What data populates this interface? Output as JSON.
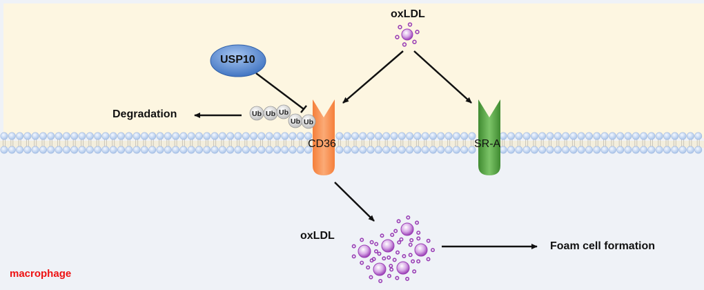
{
  "title": "USP10-mediated CD36 deubiquitination and foam cell formation",
  "compartments": {
    "extracellular": {
      "color": "#fdf6e1"
    },
    "intracellular": {
      "color": "#eff2f7",
      "label": "macrophage",
      "label_color": "#ee1111"
    }
  },
  "nodes": {
    "oxldl_top": {
      "label": "oxLDL"
    },
    "usp10": {
      "label": "USP10",
      "color": "#4a7fc9"
    },
    "degradation": {
      "label": "Degradation"
    },
    "ubiquitin": {
      "label": "Ub",
      "count": 5
    },
    "cd36": {
      "label": "CD36",
      "color": "#f7914f"
    },
    "sra": {
      "label": "SR-A",
      "color": "#4e9e3e"
    },
    "oxldl_bottom": {
      "label": "oxLDL"
    },
    "foam_cell": {
      "label": "Foam cell formation"
    }
  },
  "edges": [
    {
      "from": "oxLDL",
      "to": "CD36",
      "type": "activation"
    },
    {
      "from": "oxLDL",
      "to": "SR-A",
      "type": "activation"
    },
    {
      "from": "USP10",
      "to": "Ubiquitin chain",
      "type": "inhibition"
    },
    {
      "from": "Ubiquitin chain",
      "to": "Degradation",
      "type": "activation"
    },
    {
      "from": "CD36",
      "to": "oxLDL uptake",
      "type": "activation"
    },
    {
      "from": "oxLDL uptake",
      "to": "Foam cell formation",
      "type": "activation"
    }
  ]
}
